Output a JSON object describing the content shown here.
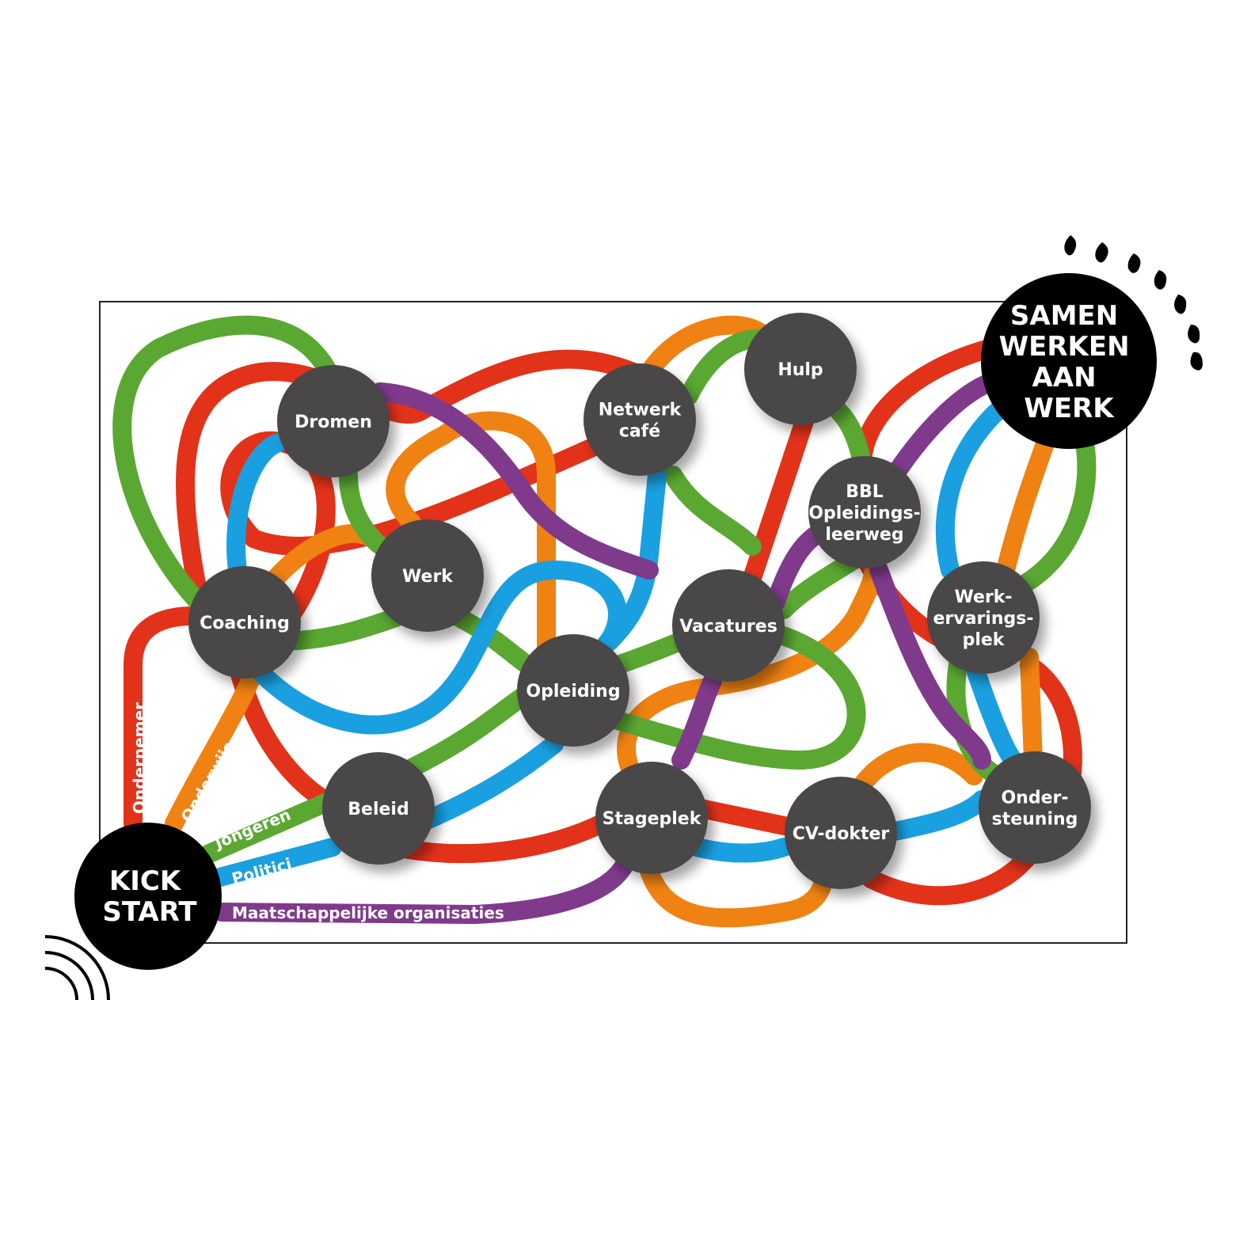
{
  "start_label": [
    "KICK",
    "START"
  ],
  "goal_label": [
    "SAMEN",
    "WERKEN",
    "AAN",
    "WERK"
  ],
  "routes": [
    {
      "name": "Ondernemer",
      "color": "#e3321a"
    },
    {
      "name": "Onderwijs",
      "color": "#ef8212"
    },
    {
      "name": "Jongeren",
      "color": "#5aa832"
    },
    {
      "name": "Politici",
      "color": "#1aa0e0"
    },
    {
      "name": "Maatschappelijke organisaties",
      "color": "#7f3a8c"
    }
  ],
  "nodes": [
    {
      "id": "dromen",
      "lines": [
        "Dromen"
      ]
    },
    {
      "id": "netwerk-cafe",
      "lines": [
        "Netwerk",
        "café"
      ]
    },
    {
      "id": "hulp",
      "lines": [
        "Hulp"
      ]
    },
    {
      "id": "bbl",
      "lines": [
        "BBL",
        "Opleidings-",
        "leerweg"
      ]
    },
    {
      "id": "werk",
      "lines": [
        "Werk"
      ]
    },
    {
      "id": "coaching",
      "lines": [
        "Coaching"
      ]
    },
    {
      "id": "vacatures",
      "lines": [
        "Vacatures"
      ]
    },
    {
      "id": "werkervaringsplek",
      "lines": [
        "Werk-",
        "ervarings-",
        "plek"
      ]
    },
    {
      "id": "opleiding",
      "lines": [
        "Opleiding"
      ]
    },
    {
      "id": "beleid",
      "lines": [
        "Beleid"
      ]
    },
    {
      "id": "stageplek",
      "lines": [
        "Stageplek"
      ]
    },
    {
      "id": "cv-dokter",
      "lines": [
        "CV-dokter"
      ]
    },
    {
      "id": "ondersteuning",
      "lines": [
        "Onder-",
        "steuning"
      ]
    }
  ],
  "colors": {
    "node_fill": "#4a4647",
    "start_fill": "#000000",
    "frame": "#222222"
  }
}
